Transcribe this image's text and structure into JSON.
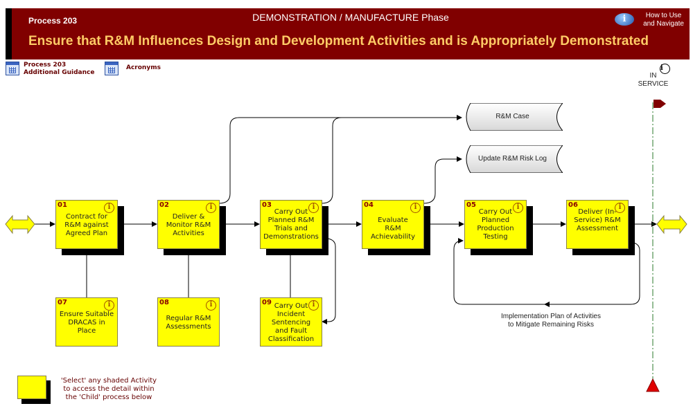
{
  "header": {
    "process": "Process 203",
    "phase": "DEMONSTRATION / MANUFACTURE Phase",
    "title": "Ensure that R&M Influences Design and Development Activities and is Appropriately Demonstrated",
    "howto_line1": "How to Use",
    "howto_line2": "and Navigate",
    "info_glyph": "i"
  },
  "links": [
    {
      "line1": "Process 203",
      "line2": "Additional Guidance"
    },
    {
      "line1": "Acronyms"
    }
  ],
  "in_service": {
    "line1": "IN",
    "line2": "SERVICE",
    "info_glyph": "i"
  },
  "activities": [
    {
      "num": "01",
      "label": "Contract for R&M against Agreed Plan"
    },
    {
      "num": "02",
      "label": "Deliver & Monitor R&M Activities"
    },
    {
      "num": "03",
      "label": "Carry Out Planned R&M Trials and Demonstrations"
    },
    {
      "num": "04",
      "label": "Evaluate R&M Achievability"
    },
    {
      "num": "05",
      "label": "Carry Out Planned Production Testing"
    },
    {
      "num": "06",
      "label": "Deliver (In-Service) R&M Assessment"
    },
    {
      "num": "07",
      "label": "Ensure Suitable DRACAS in Place"
    },
    {
      "num": "08",
      "label": "Regular R&M Assessments"
    },
    {
      "num": "09",
      "label": "Carry Out Incident Sentencing and Fault Classification"
    }
  ],
  "info_glyph": "i",
  "documents": [
    {
      "label": "R&M Case"
    },
    {
      "label": "Update R&M Risk Log"
    }
  ],
  "loop_note": {
    "line1": "Implementation Plan of Activities",
    "line2": "to Mitigate Remaining Risks"
  },
  "legend": {
    "text": "'Select' any shaded Activity to access the detail within the 'Child' process below"
  },
  "colors": {
    "banner": "#800000",
    "title": "#ffcc66",
    "activity": "#ffff00",
    "milestone": "#800000"
  }
}
